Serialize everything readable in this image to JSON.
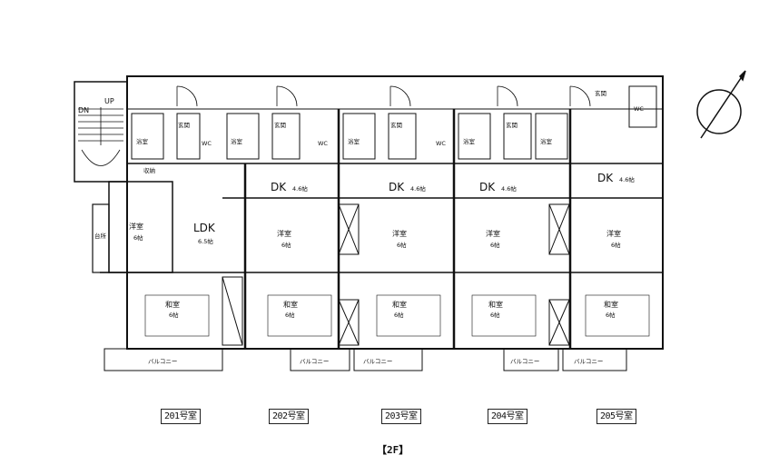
{
  "stairs": {
    "down": "DN",
    "up": "UP"
  },
  "units": [
    {
      "id": "201",
      "label": "201号室"
    },
    {
      "id": "202",
      "label": "202号室"
    },
    {
      "id": "203",
      "label": "203号室"
    },
    {
      "id": "204",
      "label": "204号室"
    },
    {
      "id": "205",
      "label": "205号室"
    }
  ],
  "floor_label": "【2F】",
  "rooms": {
    "washitsu": "和室",
    "washitsu_size": "6帖",
    "youshitsu": "洋室",
    "youshitsu_size": "6帖",
    "dk": "DK",
    "dk_size": "4.6帖",
    "ldk": "LDK",
    "ldk_size": "6.5帖",
    "bath": "浴室",
    "genkan": "玄関",
    "balcony": "バルコニー",
    "shuno": "収納",
    "daidokoro": "台所",
    "wc": "WC"
  },
  "compass": {
    "symbol": "north-arrow"
  }
}
